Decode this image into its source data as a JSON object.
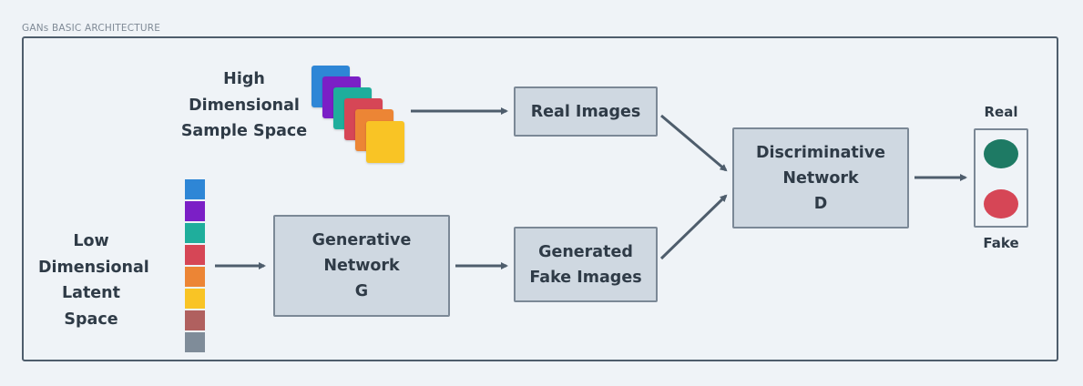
{
  "caption": "GANs BASIC ARCHITECTURE",
  "sample_space_label": [
    "High",
    "Dimensional",
    "Sample Space"
  ],
  "latent_space_label": [
    "Low",
    "Dimensional",
    "Latent Space"
  ],
  "real_images_box": "Real Images",
  "fake_images_box": [
    "Generated",
    "Fake Images"
  ],
  "generator_box": [
    "Generative",
    "Network",
    "G"
  ],
  "discriminator_box": [
    "Discriminative",
    "Network",
    "D"
  ],
  "output": {
    "real_label": "Real",
    "fake_label": "Fake"
  },
  "colors": {
    "card_stack": [
      "#2e86d6",
      "#7b1fc6",
      "#1fae9c",
      "#d64656",
      "#ec8535",
      "#f9c425"
    ],
    "latent_strip": [
      "#2e86d6",
      "#7b1fc6",
      "#1fae9c",
      "#d64656",
      "#ec8535",
      "#f9c425",
      "#b0605f",
      "#7f8c99"
    ],
    "real_dot": "#1e7a64",
    "fake_dot": "#d64656",
    "arrow": "#4e5d6c"
  }
}
